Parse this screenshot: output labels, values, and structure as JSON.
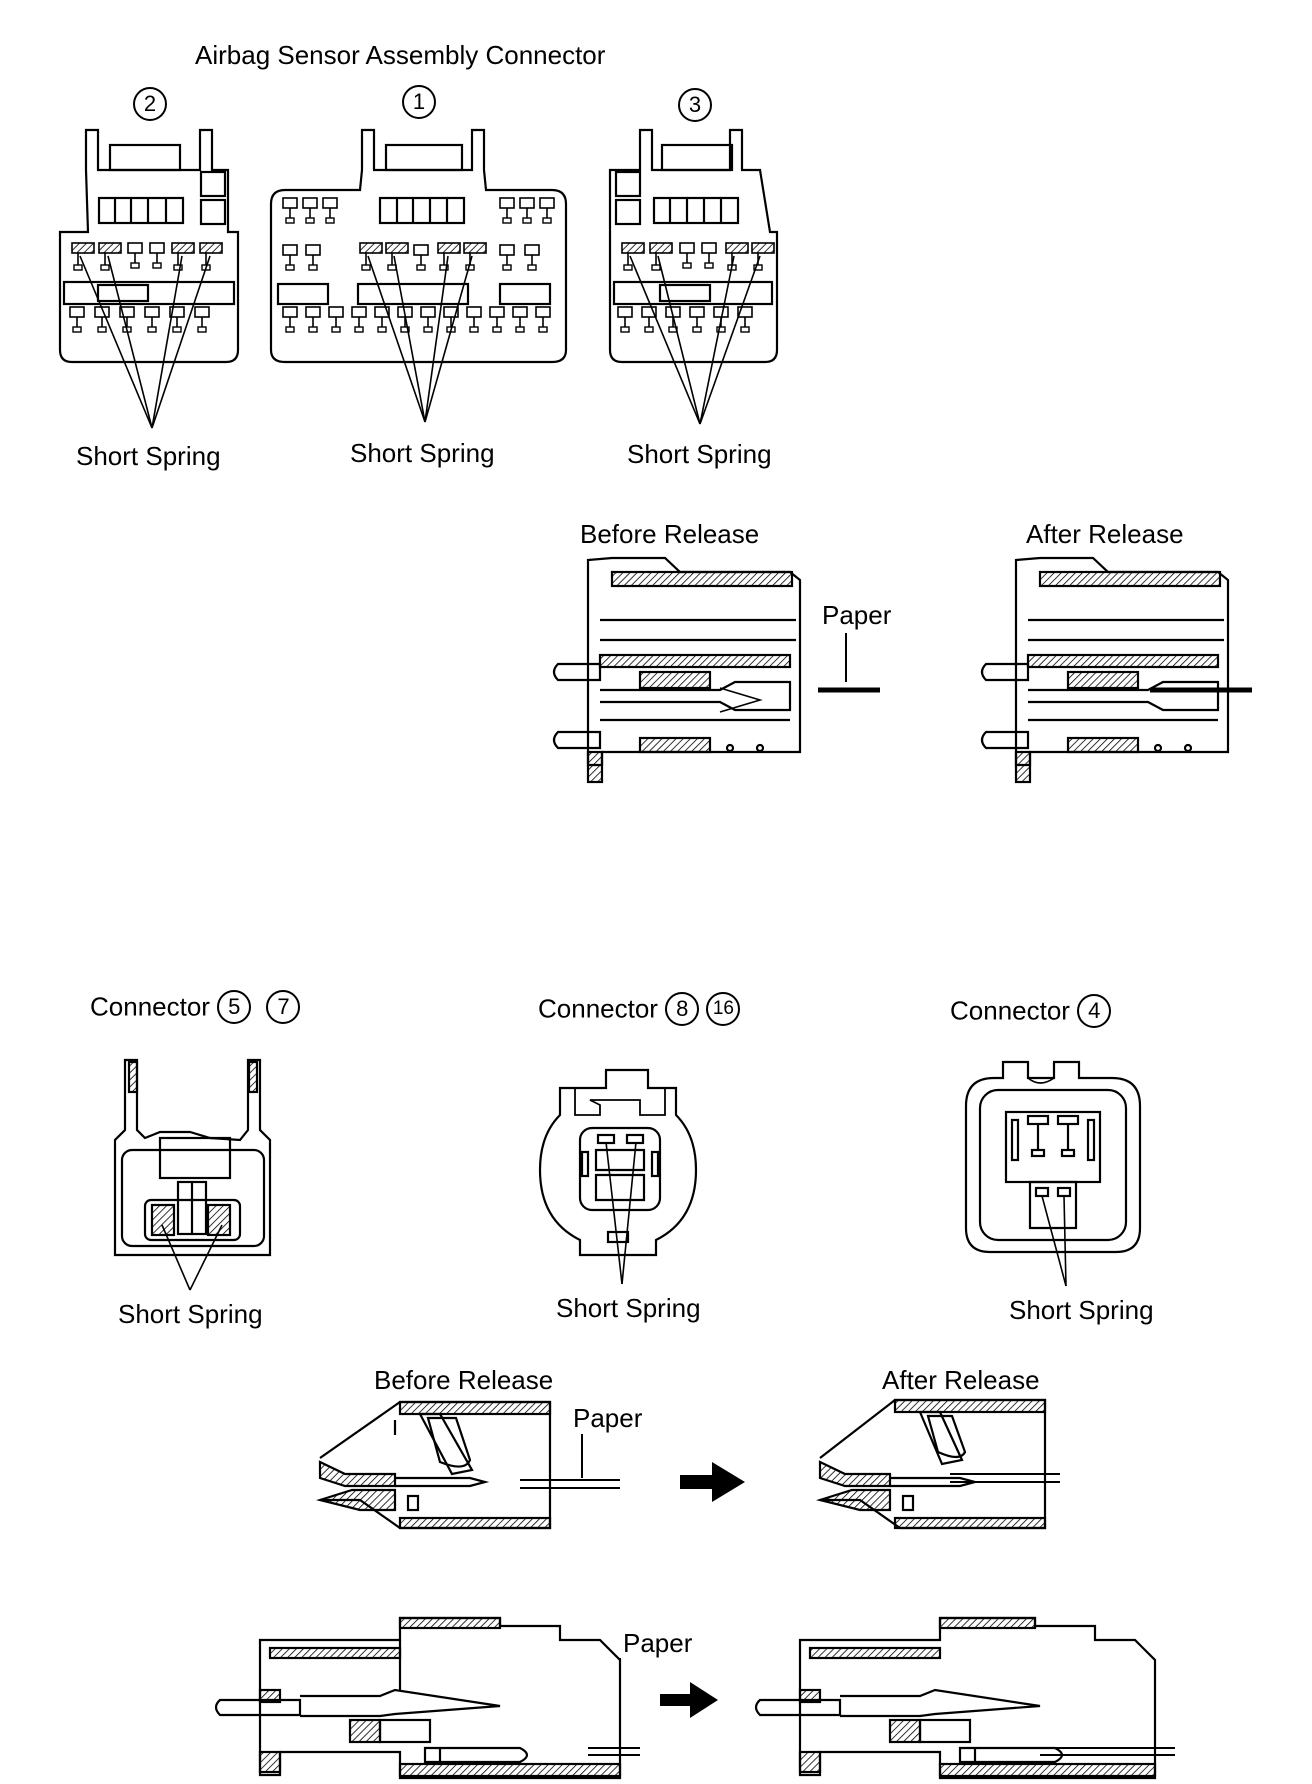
{
  "top": {
    "title": "Airbag Sensor Assembly Connector",
    "connector_numbers": [
      "2",
      "1",
      "3"
    ],
    "short_spring_labels": [
      "Short Spring",
      "Short Spring",
      "Short Spring"
    ],
    "before_release": "Before Release",
    "after_release": "After Release",
    "paper": "Paper"
  },
  "bottom": {
    "connectors": [
      {
        "label": "Connector",
        "numbers": [
          "5",
          "7"
        ],
        "spring": "Short Spring"
      },
      {
        "label": "Connector",
        "numbers": [
          "8",
          "16"
        ],
        "spring": "Short Spring"
      },
      {
        "label": "Connector",
        "numbers": [
          "4"
        ],
        "spring": "Short Spring"
      }
    ],
    "before_release": "Before Release",
    "after_release": "After Release",
    "paper_1": "Paper",
    "paper_2": "Paper"
  },
  "colors": {
    "ink": "#000000",
    "hatch": "#555555",
    "paper_bg": "#ffffff"
  }
}
